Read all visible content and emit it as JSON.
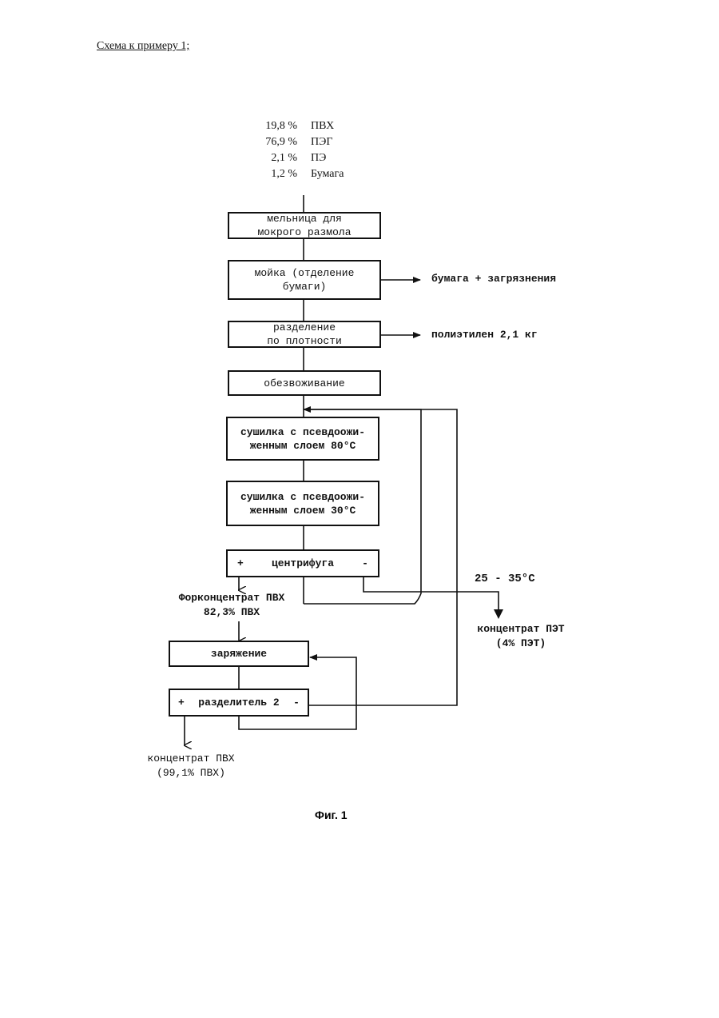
{
  "header": "Схема к примеру 1;",
  "composition": [
    {
      "percent": "19,8 %",
      "material": "ПВХ"
    },
    {
      "percent": "76,9 %",
      "material": "ПЭГ"
    },
    {
      "percent": "2,1 %",
      "material": "ПЭ"
    },
    {
      "percent": "1,2 %",
      "material": "Бумага"
    }
  ],
  "steps": {
    "mill": [
      "мельница для",
      "мокрого размола"
    ],
    "wash": [
      "мойка (отделение",
      "бумаги)"
    ],
    "density": [
      "разделение",
      "по плотности"
    ],
    "dewater": [
      "обезвоживание"
    ],
    "dryer80": [
      "сушилка с псевдоожи-",
      "женным слоем 80°C"
    ],
    "dryer30": [
      "сушилка с псевдоожи-",
      "женным слоем 30°C"
    ],
    "centrifuge": {
      "plus": "+",
      "label": "центрифуга",
      "minus": "-"
    },
    "charging": [
      "заряжение"
    ],
    "separator": {
      "plus": "+",
      "label": "разделитель 2",
      "minus": "-"
    }
  },
  "outputs": {
    "paper": "бумага + загрязнения",
    "polyethylene": "полиэтилен 2,1 кг",
    "temperature": "25 - 35°C",
    "pet_concentrate": [
      "концентрат ПЭТ",
      "(4% ПЭТ)"
    ],
    "pvc_preconcentrate": [
      "Форконцентрат ПВХ",
      "82,3% ПВХ"
    ],
    "pvc_concentrate": [
      "концентрат ПВХ",
      "(99,1% ПВХ)"
    ]
  },
  "caption": "Фиг. 1"
}
